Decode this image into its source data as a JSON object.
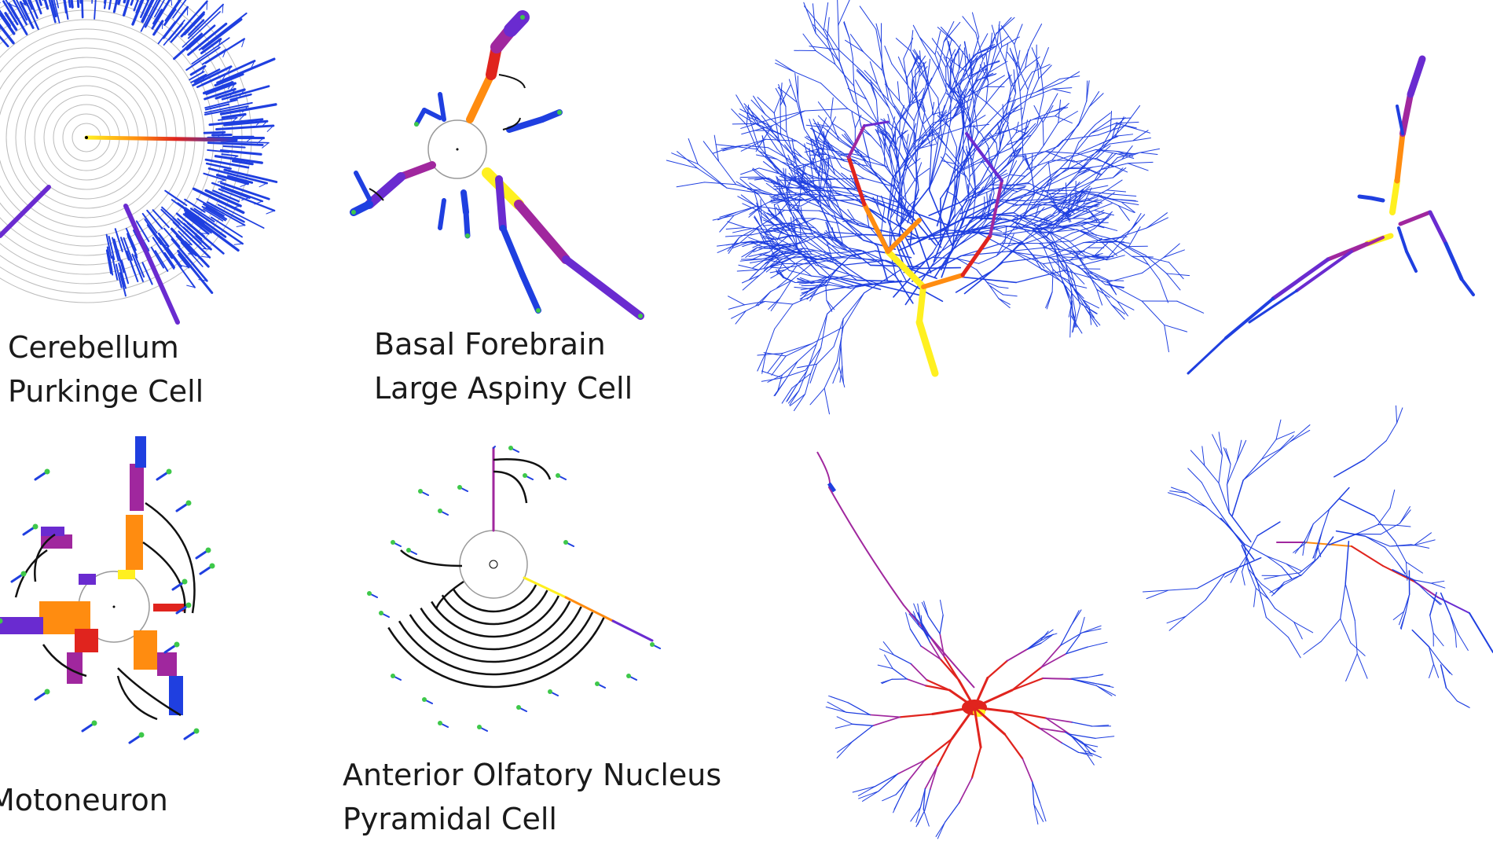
{
  "figure": {
    "colors": {
      "low": "#1f3fe0",
      "mid_low": "#6a2bd0",
      "mid": "#a0279e",
      "mid_high": "#e0241e",
      "high": "#ff8c10",
      "peak": "#fff020",
      "link": "#111111",
      "ring": "#999999",
      "tip": "#3ec84a"
    },
    "panels": [
      {
        "id": "cerebellum",
        "caption": [
          "Cerebellum",
          "Purkinge Cell"
        ],
        "layout": "dendrogram"
      },
      {
        "id": "basal-forebrain",
        "caption": [
          "Basal Forebrain",
          "Large Aspiny Cell"
        ],
        "layout": "dendrogram"
      },
      {
        "id": "purkinje-morphology",
        "caption": [],
        "layout": "morphology"
      },
      {
        "id": "aspiny-morphology",
        "caption": [],
        "layout": "morphology"
      },
      {
        "id": "motoneuron",
        "caption": [
          "Motoneuron"
        ],
        "layout": "dendrogram"
      },
      {
        "id": "olfactory",
        "caption": [
          "Anterior Olfatory Nucleus",
          "Pyramidal Cell"
        ],
        "layout": "dendrogram"
      },
      {
        "id": "motoneuron-morphology",
        "caption": [],
        "layout": "morphology"
      },
      {
        "id": "pyramidal-morphology",
        "caption": [],
        "layout": "morphology"
      }
    ]
  }
}
